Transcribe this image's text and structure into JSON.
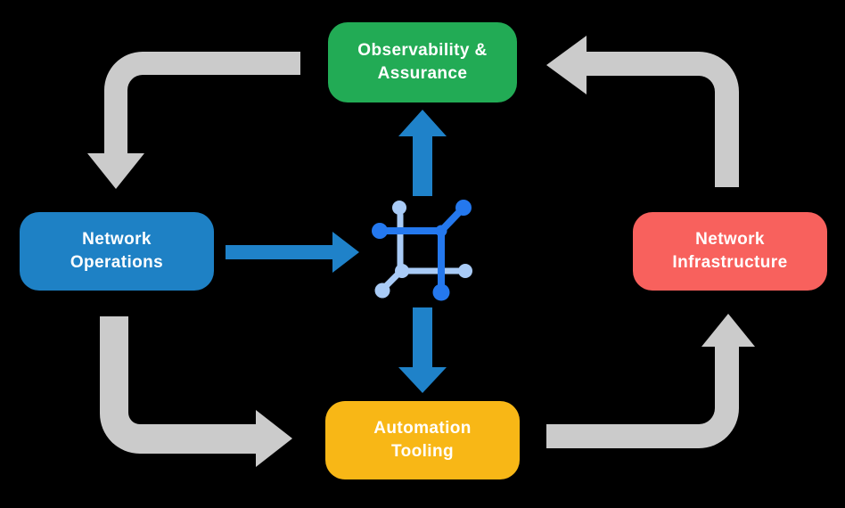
{
  "colors": {
    "background": "#000000",
    "observability_green": "#22AB55",
    "operations_blue": "#1E81C5",
    "infrastructure_red": "#F8615D",
    "automation_yellow": "#F8B716",
    "flow_arrow_gray": "#CBCBCB",
    "core_arrow_blue": "#1F82C9",
    "icon_dark_blue": "#2478EE",
    "icon_light_blue": "#A9CBF6",
    "label_text": "#FFFFFF"
  },
  "nodes": {
    "observability": {
      "label": "Observability &\nAssurance"
    },
    "operations": {
      "label": "Network\nOperations"
    },
    "infrastructure": {
      "label": "Network\nInfrastructure"
    },
    "automation": {
      "label": "Automation\nTooling"
    }
  },
  "center_icon": {
    "name": "network-fabric-icon"
  },
  "arrows": {
    "gray_cycle": [
      "observability-to-operations",
      "operations-to-automation",
      "automation-to-infrastructure",
      "infrastructure-to-observability"
    ],
    "blue_core": [
      "operations-to-center",
      "center-to-observability",
      "center-to-automation"
    ]
  }
}
